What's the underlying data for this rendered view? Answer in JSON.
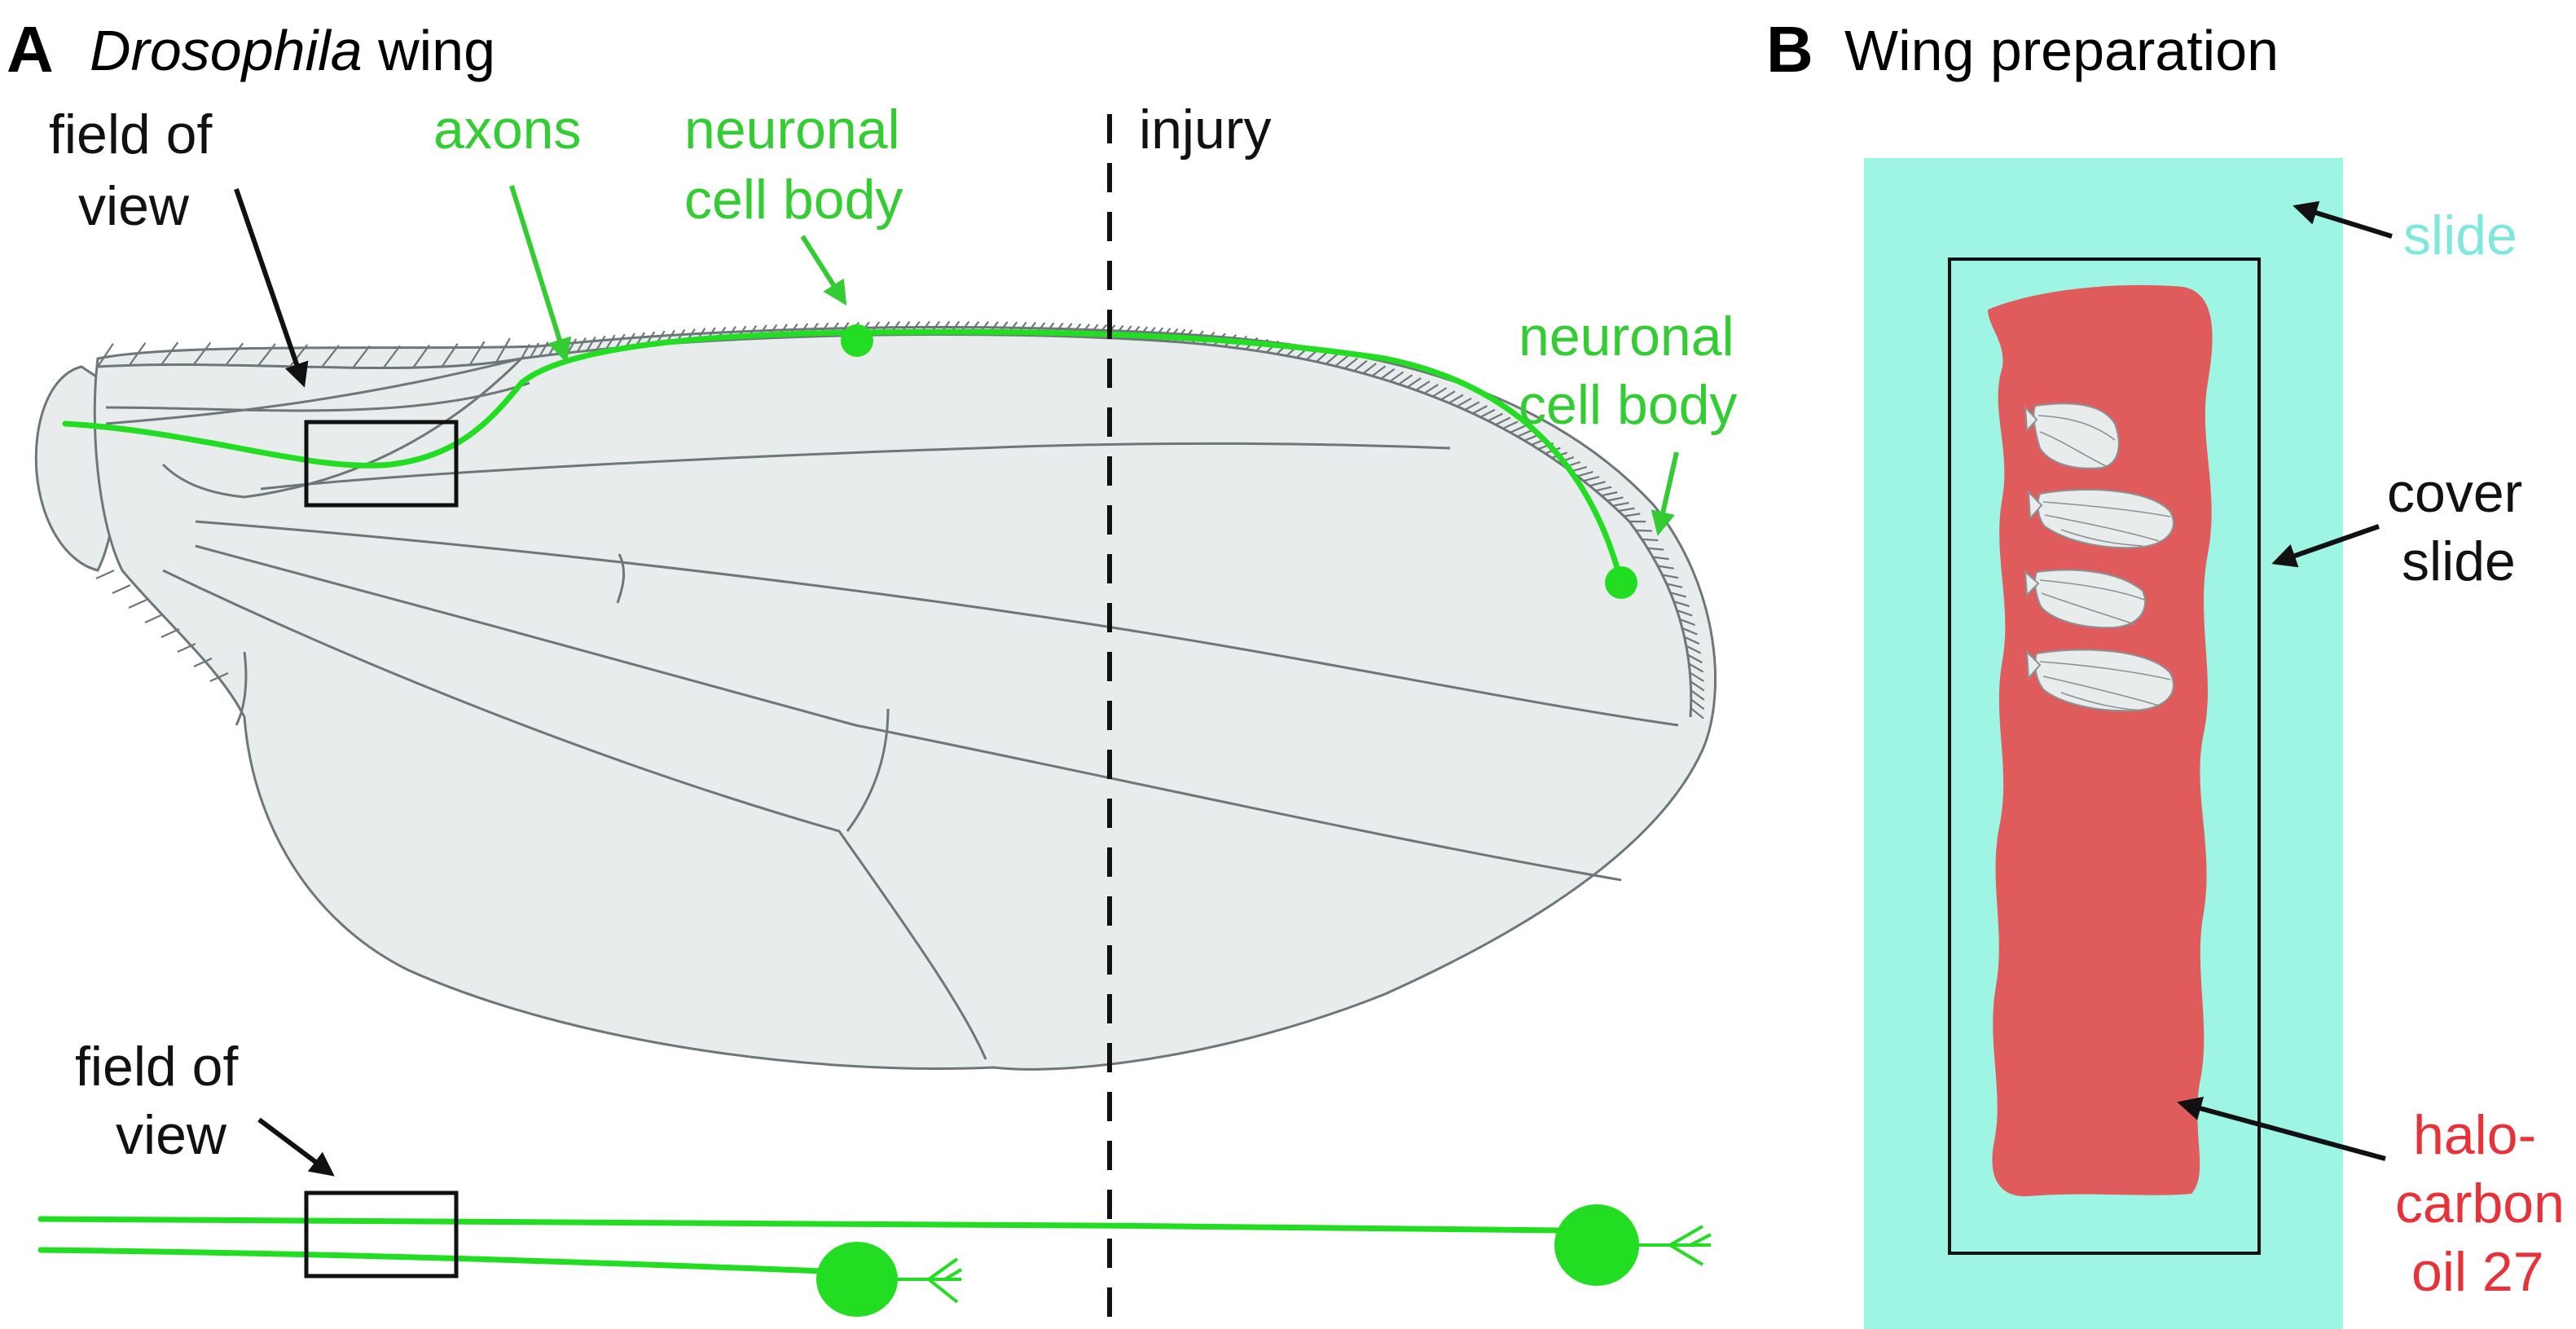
{
  "panel_a": {
    "letter": "A",
    "title_italic": "Drosophila",
    "title_rest": " wing",
    "labels": {
      "field_of_view_top": [
        "field of",
        "view"
      ],
      "axons": "axons",
      "cell_body_1": [
        "neuronal",
        "cell body"
      ],
      "injury": "injury",
      "cell_body_2": [
        "neuronal",
        "cell body"
      ],
      "field_of_view_bottom": [
        "field of",
        "view"
      ]
    }
  },
  "panel_b": {
    "letter": "B",
    "title": "Wing preparation",
    "labels": {
      "slide": "slide",
      "cover_slide": [
        "cover",
        "slide"
      ],
      "oil": [
        "halo-",
        "carbon",
        "oil 27"
      ]
    }
  },
  "colors": {
    "axon_green": "#22dd22",
    "label_green": "#33cc33",
    "slide_cyan": "#9ff5e4",
    "oil_red": "#e05c5c",
    "wing_gray": "#e9ecec",
    "vein_gray": "#6d7678"
  }
}
